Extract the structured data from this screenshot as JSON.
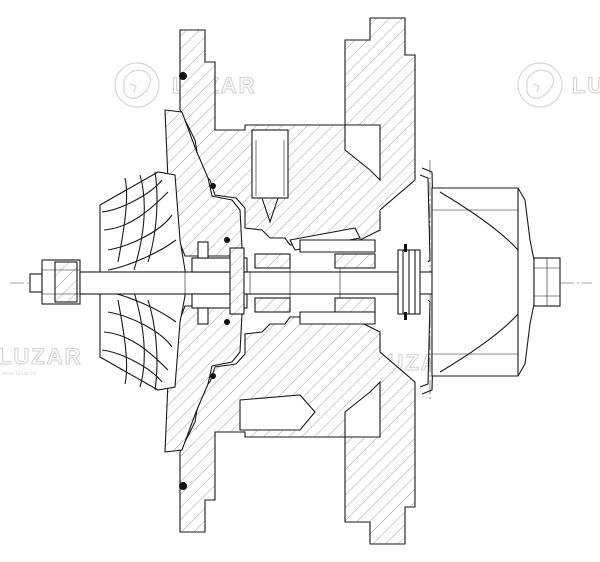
{
  "watermark": {
    "brand": "LUZAR",
    "tagline": "www.luzar.ru",
    "logo_icon": "panther-head-icon",
    "color": "#d7d7d7"
  },
  "drawing": {
    "subject": "turbocharger cartridge cross-section",
    "line_color": "#1a1a1a",
    "background": "#ffffff"
  }
}
